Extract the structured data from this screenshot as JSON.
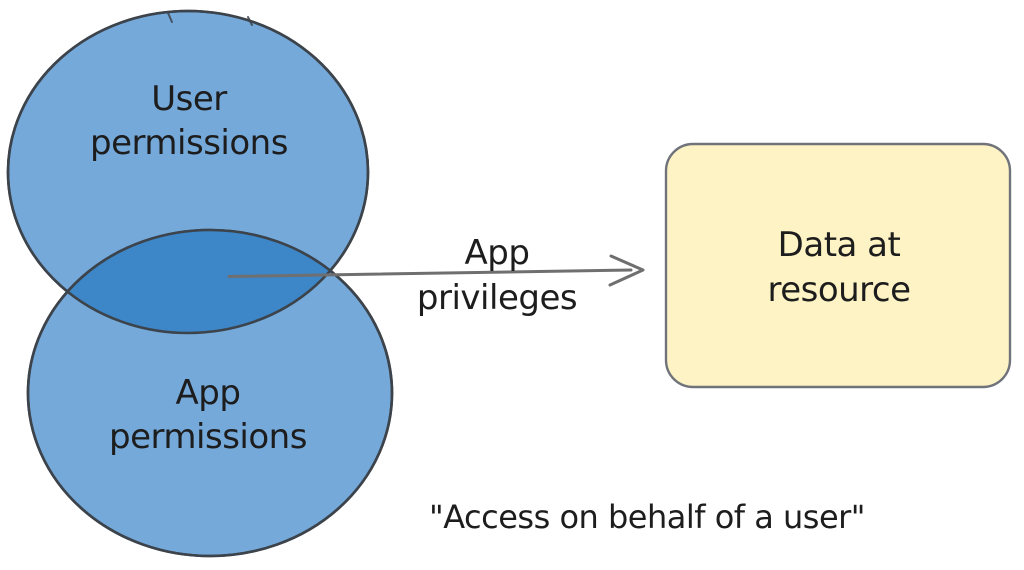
{
  "diagram": {
    "text_color": "#1d1d1d",
    "stroke_color": "#3c434b"
  },
  "venn": {
    "user_circle": {
      "line1": "User",
      "line2": "permissions",
      "fill": "#74a9da"
    },
    "app_circle": {
      "line1": "App",
      "line2": "permissions",
      "fill": "#74a9da"
    },
    "overlap": {
      "fill": "#3d86c8"
    }
  },
  "arrow": {
    "line1": "App",
    "line2": "privileges",
    "color": "#6f6f6f"
  },
  "resource_box": {
    "line1": "Data at",
    "line2": "resource",
    "fill": "#fdf3c4",
    "stroke": "#70747a"
  },
  "caption": {
    "text": "\"Access on behalf of a user\""
  }
}
